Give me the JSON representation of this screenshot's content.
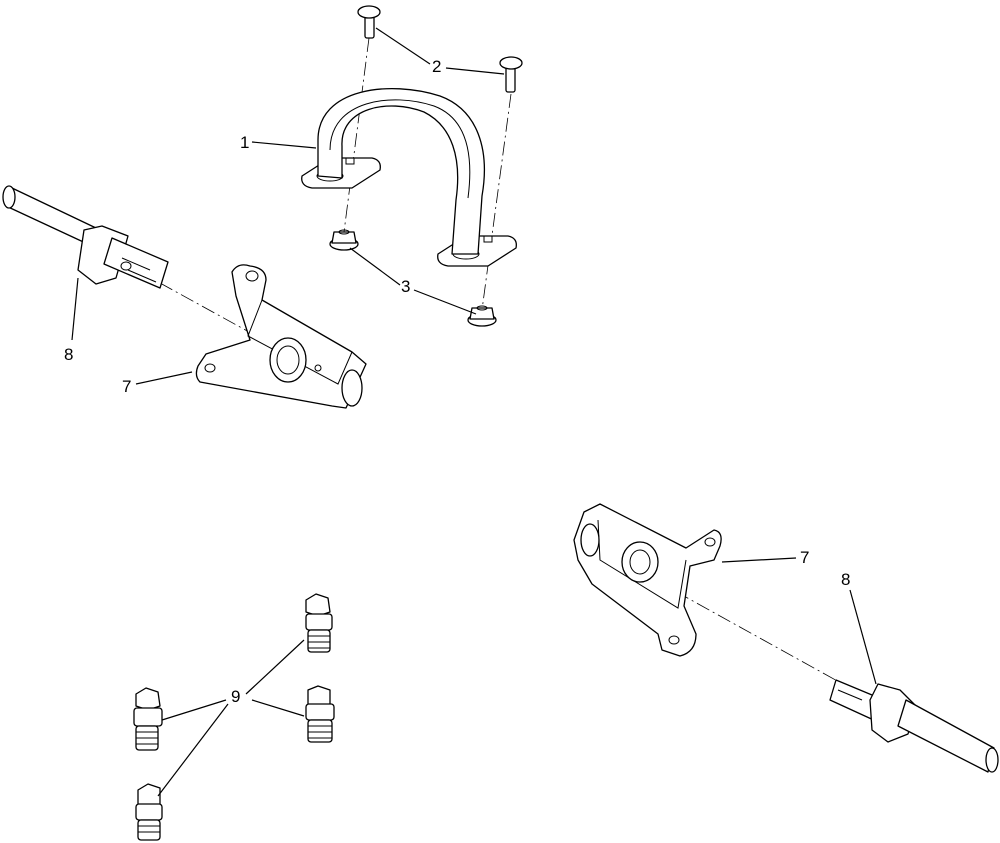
{
  "callouts": {
    "c1": "1",
    "c2": "2",
    "c3": "3",
    "c7a": "7",
    "c8a": "8",
    "c7b": "7",
    "c8b": "8",
    "c9": "9"
  }
}
